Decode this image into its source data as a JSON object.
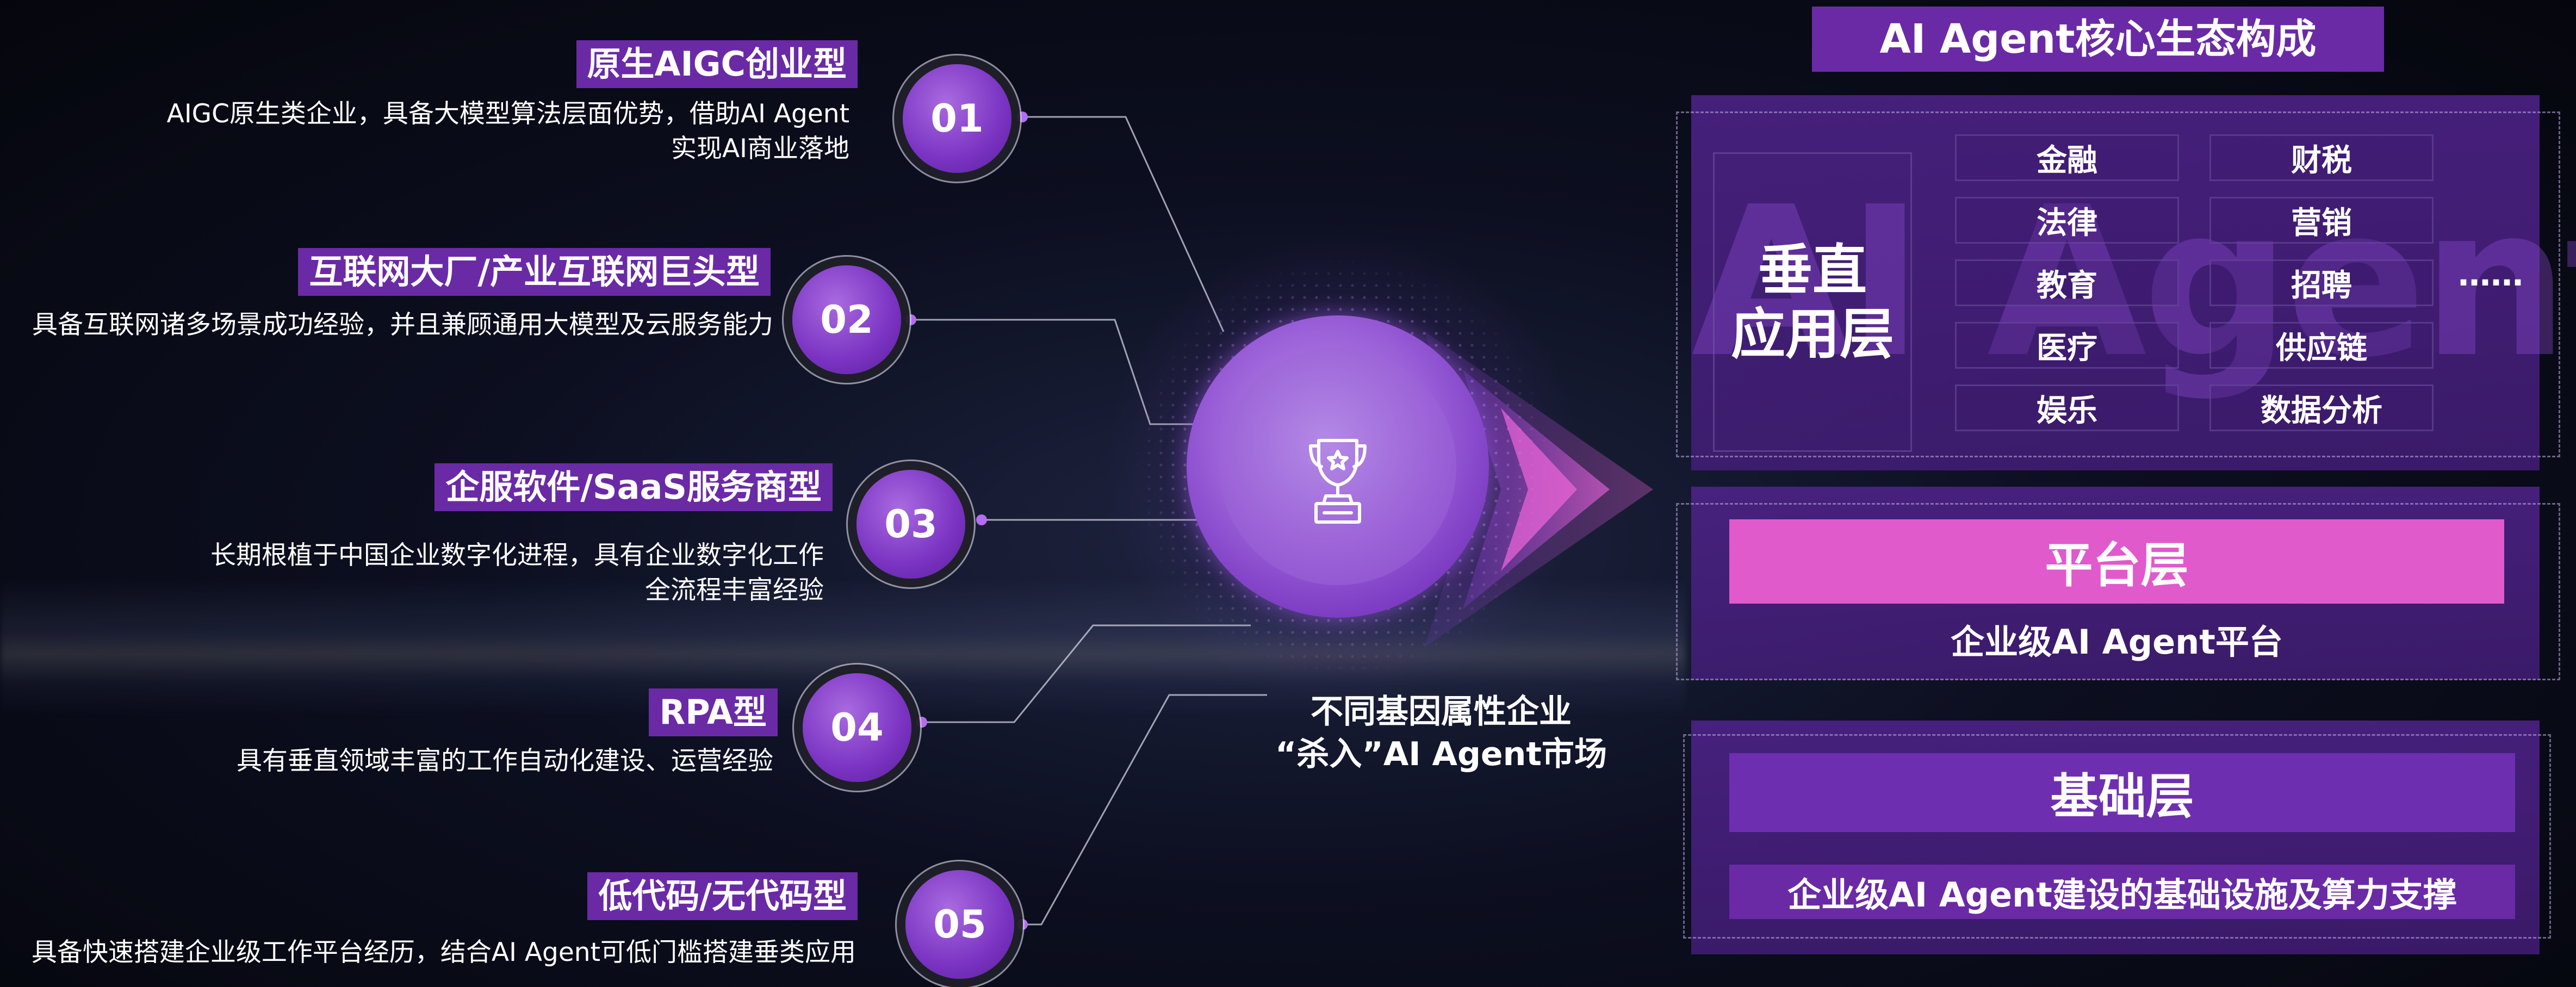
{
  "left_items": [
    {
      "number": "01",
      "title": "原生AIGC创业型",
      "desc_lines": [
        "AIGC原生类企业，具备大模型算法层面优势，借助AI Agent",
        "实现AI商业落地"
      ]
    },
    {
      "number": "02",
      "title": "互联网大厂/产业互联网巨头型",
      "desc_lines": [
        "具备互联网诸多场景成功经验，并且兼顾通用大模型及云服务能力"
      ]
    },
    {
      "number": "03",
      "title": "企服软件/SaaS服务商型",
      "desc_lines": [
        "长期根植于中国企业数字化进程，具有企业数字化工作",
        "全流程丰富经验"
      ]
    },
    {
      "number": "04",
      "title": "RPA型",
      "desc_lines": [
        "具有垂直领域丰富的工作自动化建设、运营经验"
      ]
    },
    {
      "number": "05",
      "title": "低代码/无代码型",
      "desc_lines": [
        "具备快速搭建企业级工作平台经历，结合AI Agent可低门槛搭建垂类应用"
      ]
    }
  ],
  "center": {
    "icon": "trophy-icon",
    "caption_lines": [
      "不同基因属性企业",
      "“杀入”AI Agent市场"
    ]
  },
  "ecosystem": {
    "title": "AI Agent核心生态构成",
    "watermark": "AI Agent",
    "vertical_layer": {
      "label_lines": [
        "垂直",
        "应用层"
      ],
      "cells": [
        "金融",
        "财税",
        "法律",
        "营销",
        "教育",
        "招聘",
        "医疗",
        "供应链",
        "娱乐",
        "数据分析"
      ],
      "more": "……"
    },
    "platform_layer": {
      "title": "平台层",
      "subtitle": "企业级AI Agent平台"
    },
    "base_layer": {
      "title": "基础层",
      "subtitle": "企业级AI Agent建设的基础设施及算力支撑"
    }
  },
  "colors": {
    "tag_purple": "#6a2aa6",
    "circle_purple": "#7a33c2",
    "platform_pink": "#e05acb",
    "base_purple": "#6d2fb0"
  }
}
